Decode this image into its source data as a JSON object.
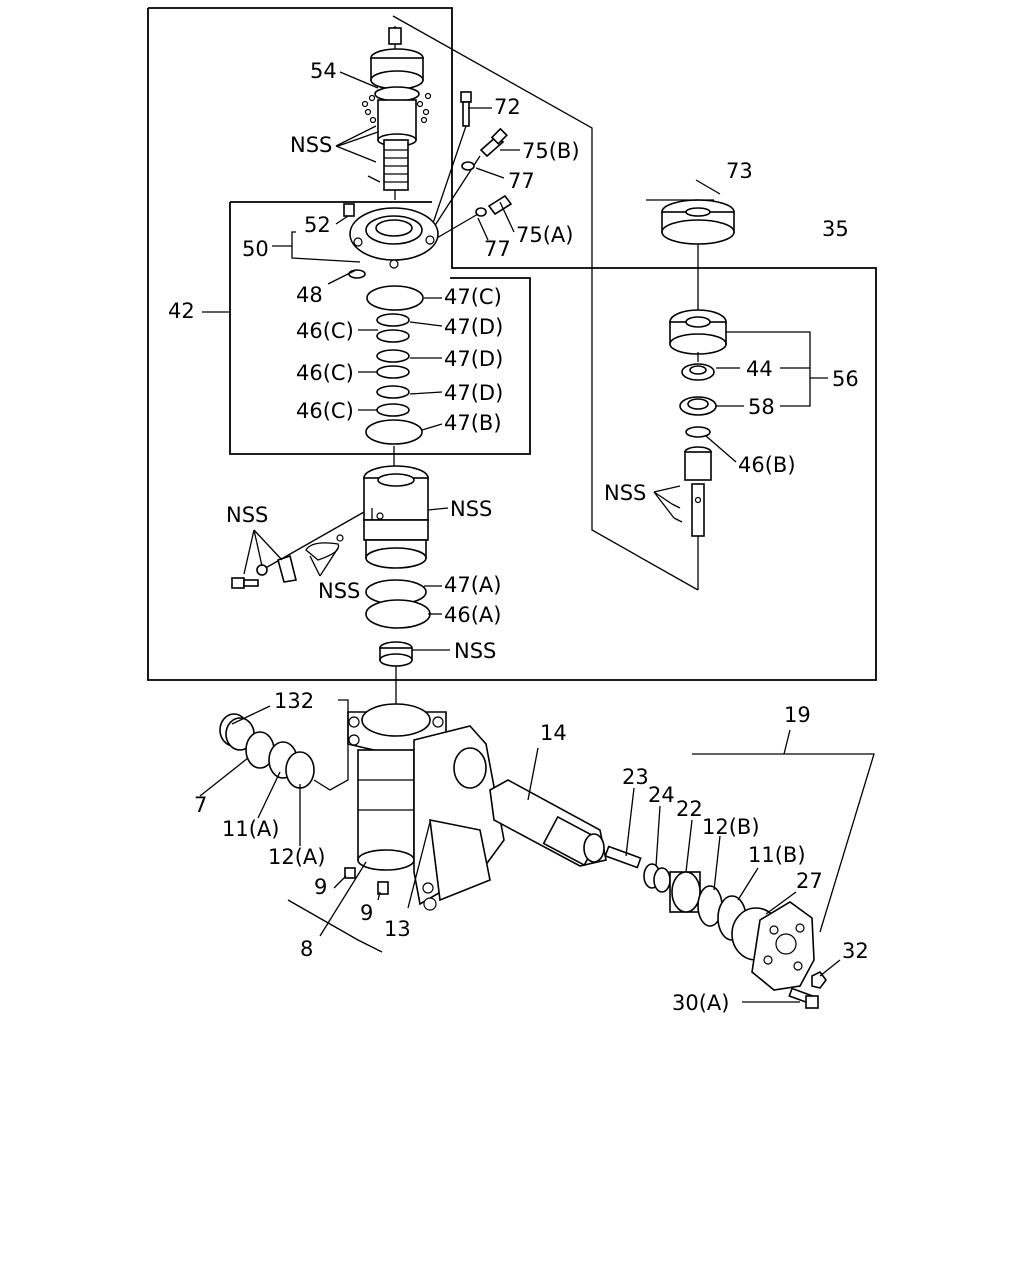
{
  "labels": {
    "l54": "54",
    "l72": "72",
    "nss_top": "NSS",
    "l75b": "75(B)",
    "l77a": "77",
    "l52": "52",
    "l50": "50",
    "l75a": "75(A)",
    "l77b": "77",
    "l73": "73",
    "l35": "35",
    "l42": "42",
    "l48": "48",
    "l47c": "47(C)",
    "l46c1": "46(C)",
    "l47d1": "47(D)",
    "l46c2": "46(C)",
    "l47d2": "47(D)",
    "l46c3": "46(C)",
    "l47d3": "47(D)",
    "l47b": "47(B)",
    "l44": "44",
    "l56": "56",
    "l58": "58",
    "l46b": "46(B)",
    "nss_right": "NSS",
    "nss_mid_right": "NSS",
    "nss_mid_left": "NSS",
    "nss_mid_low": "NSS",
    "l47a": "47(A)",
    "l46a": "46(A)",
    "nss_bottom": "NSS",
    "l132": "132",
    "l19": "19",
    "l14": "14",
    "l7": "7",
    "l11a": "11(A)",
    "l12a": "12(A)",
    "l23": "23",
    "l24": "24",
    "l22": "22",
    "l12b": "12(B)",
    "l11b": "11(B)",
    "l27": "27",
    "l9a": "9",
    "l9b": "9",
    "l8": "8",
    "l13": "13",
    "l32": "32",
    "l30a": "30(A)"
  }
}
